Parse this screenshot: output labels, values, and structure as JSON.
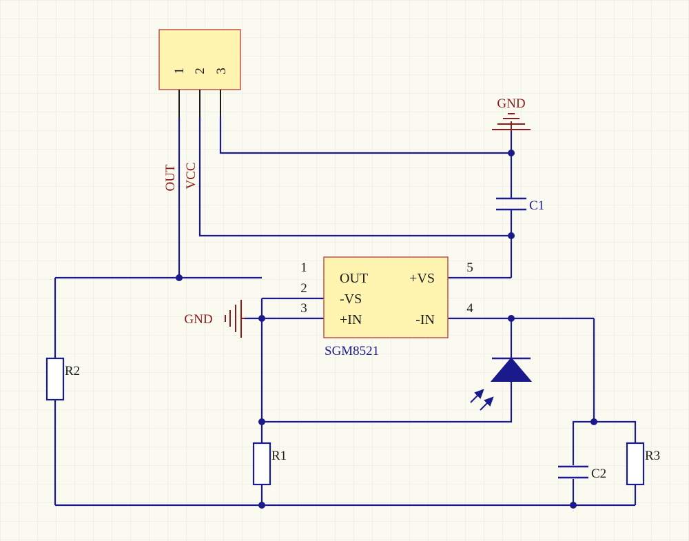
{
  "connector": {
    "pins": [
      "1",
      "2",
      "3"
    ]
  },
  "net_labels": {
    "out": "OUT",
    "vcc": "VCC",
    "gnd_top": "GND",
    "gnd_left": "GND"
  },
  "opamp": {
    "part": "SGM8521",
    "pin_names": {
      "out": "OUT",
      "neg_supply": "-VS",
      "non_inverting": "+IN",
      "pos_supply": "+VS",
      "inverting": "-IN"
    },
    "pin_numbers": {
      "p1": "1",
      "p2": "2",
      "p3": "3",
      "p4": "4",
      "p5": "5"
    }
  },
  "designators": {
    "r1": "R1",
    "r2": "R2",
    "r3": "R3",
    "c1": "C1",
    "c2": "C2"
  },
  "colors": {
    "wire": "#1a1a8c",
    "net_label": "#8b1a1a",
    "component_fill": "#fff5b0",
    "component_border": "#c0504d",
    "grid": "#e8e8e0",
    "background": "#fbfaf1"
  }
}
